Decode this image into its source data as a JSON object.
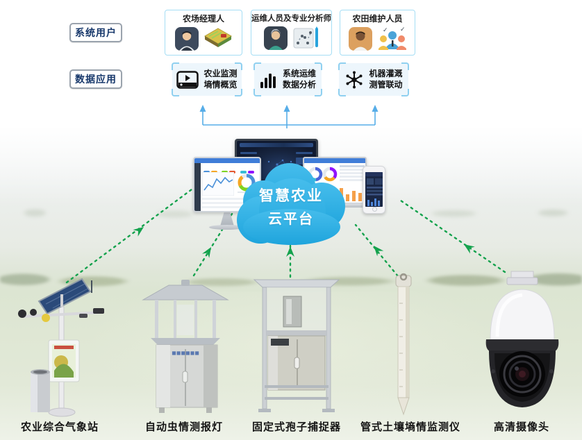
{
  "sections": {
    "users": {
      "label": "系统用户",
      "cards": [
        {
          "title": "农场经理人",
          "icon1": "manager-avatar-icon",
          "icon2": "farmland-icon"
        },
        {
          "title": "运维人员及专业分析师",
          "icon1": "analyst-avatar-icon",
          "icon2": "analysis-doc-icon"
        },
        {
          "title": "农田维护人员",
          "icon1": "maintainer-avatar-icon",
          "icon2": "team-icon"
        }
      ]
    },
    "apps": {
      "label": "数据应用",
      "cards": [
        {
          "line1": "农业监测",
          "line2": "墒情概览",
          "icon": "video-player-icon"
        },
        {
          "line1": "系统运维",
          "line2": "数据分析",
          "icon": "bar-chart-icon"
        },
        {
          "line1": "机器灌溉",
          "line2": "测管联动",
          "icon": "hub-network-icon"
        }
      ]
    }
  },
  "platform": {
    "name_line1": "智慧农业",
    "name_line2": "云平台"
  },
  "devices": [
    {
      "label": "农业综合气象站",
      "icon": "weather-station-illustration"
    },
    {
      "label": "自动虫情测报灯",
      "icon": "insect-lamp-illustration"
    },
    {
      "label": "固定式孢子捕捉器",
      "icon": "spore-catcher-illustration"
    },
    {
      "label": "管式土壤墒情监测仪",
      "icon": "soil-moisture-tube-illustration"
    },
    {
      "label": "高清摄像头",
      "icon": "hd-camera-illustration"
    }
  ],
  "colors": {
    "label_text_navy": "#17386b",
    "user_card_border": "#a5def5",
    "app_card_bg": "#edf6fc",
    "bracket_blue": "#8fd0f0",
    "connector_blue": "#57ade8",
    "arrow_green": "#14a24d",
    "cloud_blue": "#2fb2e5"
  }
}
